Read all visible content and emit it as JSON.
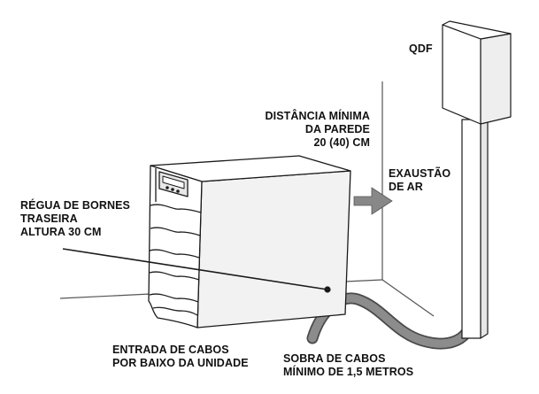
{
  "labels": {
    "qdf": "QDF",
    "wall_distance": [
      "DISTÂNCIA MÍNIMA",
      "DA PAREDE",
      "20 (40) CM"
    ],
    "air_exhaust": [
      "EXAUSTÃO",
      "DE AR"
    ],
    "terminal_strip": [
      "RÉGUA DE BORNES",
      "TRASEIRA",
      "ALTURA 30 CM"
    ],
    "cable_entry": [
      "ENTRADA DE CABOS",
      "POR BAIXO DA UNIDADE"
    ],
    "cable_slack": [
      "SOBRA DE CABOS",
      "MÍNIMO DE 1,5 METROS"
    ]
  },
  "colors": {
    "outline": "#1a1a1a",
    "cabinet_face": "#ffffff",
    "cabinet_side": "#f2f2f2",
    "cable": "#8c8c8c",
    "cable_edge": "#4a4a4a",
    "arrow": "#888888",
    "wall_line": "#555555"
  },
  "icons": {
    "air_arrow": "arrow-right-icon",
    "panel": "control-panel-icon"
  }
}
